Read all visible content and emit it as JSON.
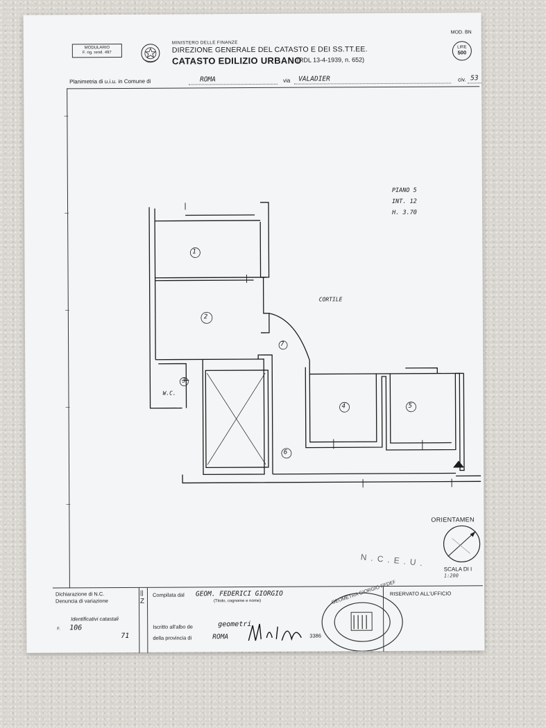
{
  "header": {
    "modulario_line1": "MODULARIO",
    "modulario_line2": "F. rig. rend. 497",
    "ministry": "MINISTERO DELLE FINANZE",
    "directorate": "DIREZIONE GENERALE DEL CATASTO E DEI SS.TT.EE.",
    "title": "CATASTO EDILIZIO URBANO",
    "law_ref": "(RDL 13-4-1939, n. 652)",
    "model": "MOD. BN",
    "lire_label": "LIRE",
    "lire_value": "500"
  },
  "plan_line": {
    "prefix": "Planimetria di u.i.u. in Comune di",
    "comune": "ROMA",
    "via_label": "via",
    "via": "VALADIER",
    "civ_label": "civ.",
    "civ": "53"
  },
  "plan": {
    "piano": "PIANO 5",
    "interno": "INT. 12",
    "altezza": "H. 3.70",
    "cortile": "CORTILE",
    "wc": "W.C.",
    "rooms": [
      "1",
      "2",
      "3",
      "4",
      "5",
      "6",
      "7"
    ]
  },
  "orientation": {
    "label": "ORIENTAMEN",
    "scale_label": "SCALA DI I",
    "scale_value": "1:200",
    "stamp_text": "N.C.E.U."
  },
  "footer": {
    "dichiarazione": "Dichiarazione di N.C.",
    "denuncia": "Denuncia di variazione",
    "identificativi": "Identificativi catastali",
    "foglio_value": "106",
    "particella_value": "71",
    "compilata_label": "Compilata dal",
    "compilata_value": "GEOM. FEDERICI GIORGIO",
    "compilata_hint": "(Titolo, cognome e nome)",
    "iscritto_label": "Iscritto all'albo de",
    "iscritto_value": "geometri",
    "provincia_label": "della provincia di",
    "provincia_value": "ROMA",
    "iscrizione_n": "3386",
    "riservato": "RISERVATO ALL'UFFICIO",
    "stamp_ring": "GEOMETRA GIORGIO FEDERICI · COLLEGIO DEI GEOMETRI"
  }
}
